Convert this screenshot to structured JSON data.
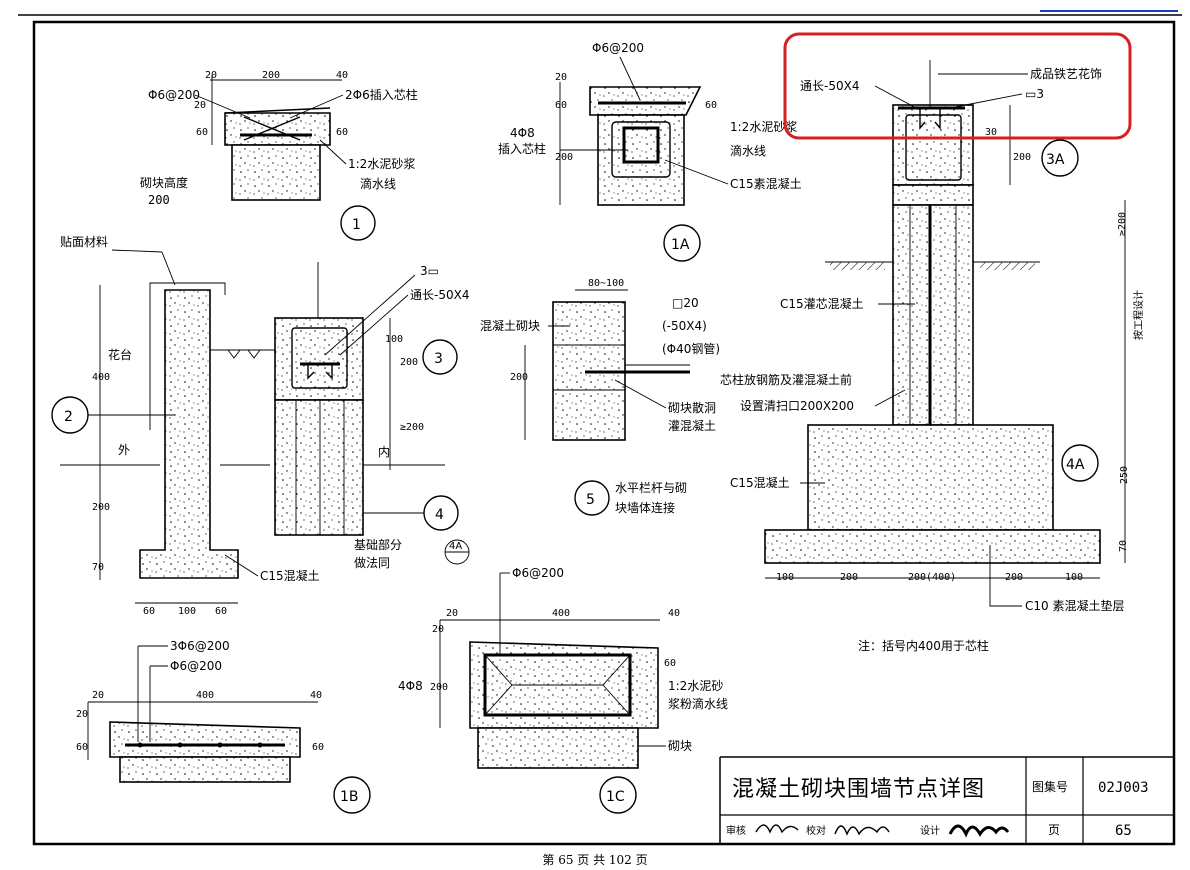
{
  "drawing": {
    "title": "混凝土砌块围墙节点详图",
    "atlas_label": "图集号",
    "atlas_no": "02J003",
    "page_label": "页",
    "page_no": "65",
    "signoff": {
      "review": "审核",
      "check": "校对",
      "design": "设计"
    },
    "note": "注：括号内400用于芯柱"
  },
  "footer": {
    "text": "第 65 页 共 102 页"
  },
  "detail_1": {
    "id": "1",
    "rebar": "Φ6@200",
    "rebar2": "2Φ6插入芯柱",
    "mortar": "1:2水泥砂浆",
    "drip": "滴水线",
    "block_h_label": "砌块高度",
    "block_h_value": "200",
    "dims": [
      "20",
      "200",
      "40",
      "20",
      "60",
      "60"
    ]
  },
  "detail_1A": {
    "id": "1A",
    "rebar": "Φ6@200",
    "core": "4Φ8",
    "core2": "插入芯柱",
    "mortar": "1:2水泥砂浆",
    "drip": "滴水线",
    "concrete": "C15素混凝土",
    "dims": [
      "20",
      "60",
      "60",
      "200"
    ]
  },
  "detail_1B": {
    "id": "1B",
    "rebar1": "3Φ6@200",
    "rebar2": "Φ6@200",
    "dims": [
      "20",
      "400",
      "40",
      "20",
      "60",
      "60"
    ]
  },
  "detail_1C": {
    "id": "1C",
    "rebar": "Φ6@200",
    "core": "4Φ8",
    "mortar": "1:2水泥砂",
    "mortar2": "浆粉滴水线",
    "block": "砌块",
    "dims": [
      "20",
      "400",
      "40",
      "20",
      "200",
      "60"
    ]
  },
  "detail_2": {
    "id": "2",
    "finish": "贴面材料",
    "coping": "花台",
    "outside": "外",
    "concrete": "C15混凝土",
    "dims_v": [
      "400",
      "200",
      "70"
    ],
    "dims_h": [
      "60",
      "100",
      "60"
    ]
  },
  "detail_3": {
    "id": "3",
    "steel": "3▭",
    "bar": "通长-50X4",
    "dims": [
      "100",
      "200"
    ]
  },
  "detail_4": {
    "id": "4",
    "inside": "内",
    "dim": "≥200",
    "foundation1": "基础部分",
    "foundation2": "做法同",
    "ref": "4A"
  },
  "detail_5": {
    "id": "5",
    "caption1": "水平栏杆与砌",
    "caption2": "块墙体连接",
    "block": "混凝土砌块",
    "tube1": "□20",
    "tube2": "(-50X4)",
    "tube3": "(Φ40钢管)",
    "fill1": "砌块散洞",
    "fill2": "灌混凝土",
    "dims": [
      "80~100",
      "200"
    ]
  },
  "detail_3A": {
    "id": "3A",
    "bar": "通长-50X4",
    "railing": "成品铁艺花饰",
    "steel": "▭3",
    "dims": [
      "30",
      "200"
    ]
  },
  "detail_4A": {
    "id": "4A",
    "core_concrete": "C15灌芯混凝土",
    "note1": "芯柱放钢筋及灌混凝土前",
    "note2": "设置清扫口200X200",
    "concrete": "C15混凝土",
    "pad": "C10 素混凝土垫层",
    "design_h": "按工程设计",
    "dims_v": [
      "≥200",
      "250",
      "70"
    ],
    "dims_h": [
      "100",
      "200",
      "200(400)",
      "200",
      "100"
    ]
  },
  "highlight_color": "#d42020"
}
